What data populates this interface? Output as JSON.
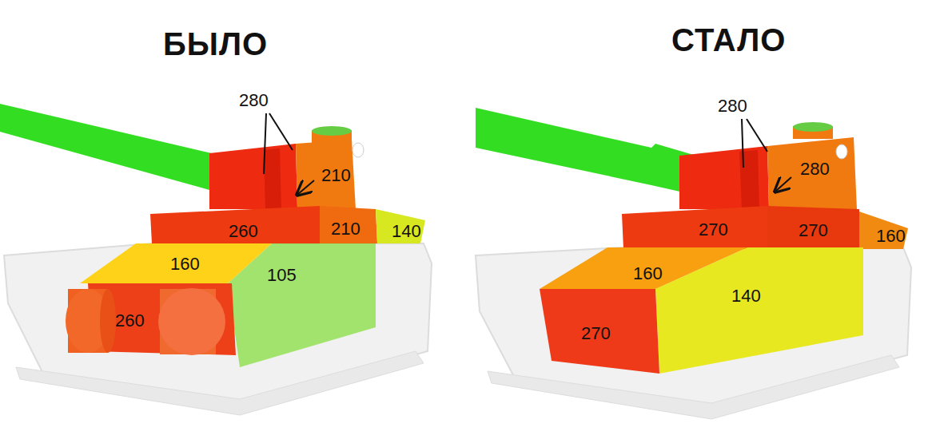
{
  "diagram": {
    "labels": [
      "БЫЛО",
      "280",
      "210",
      "260",
      "210",
      "140",
      "160",
      "105",
      "260",
      "СТАЛО",
      "280",
      "280",
      "270",
      "270",
      "160",
      "160",
      "140",
      "270"
    ]
  }
}
